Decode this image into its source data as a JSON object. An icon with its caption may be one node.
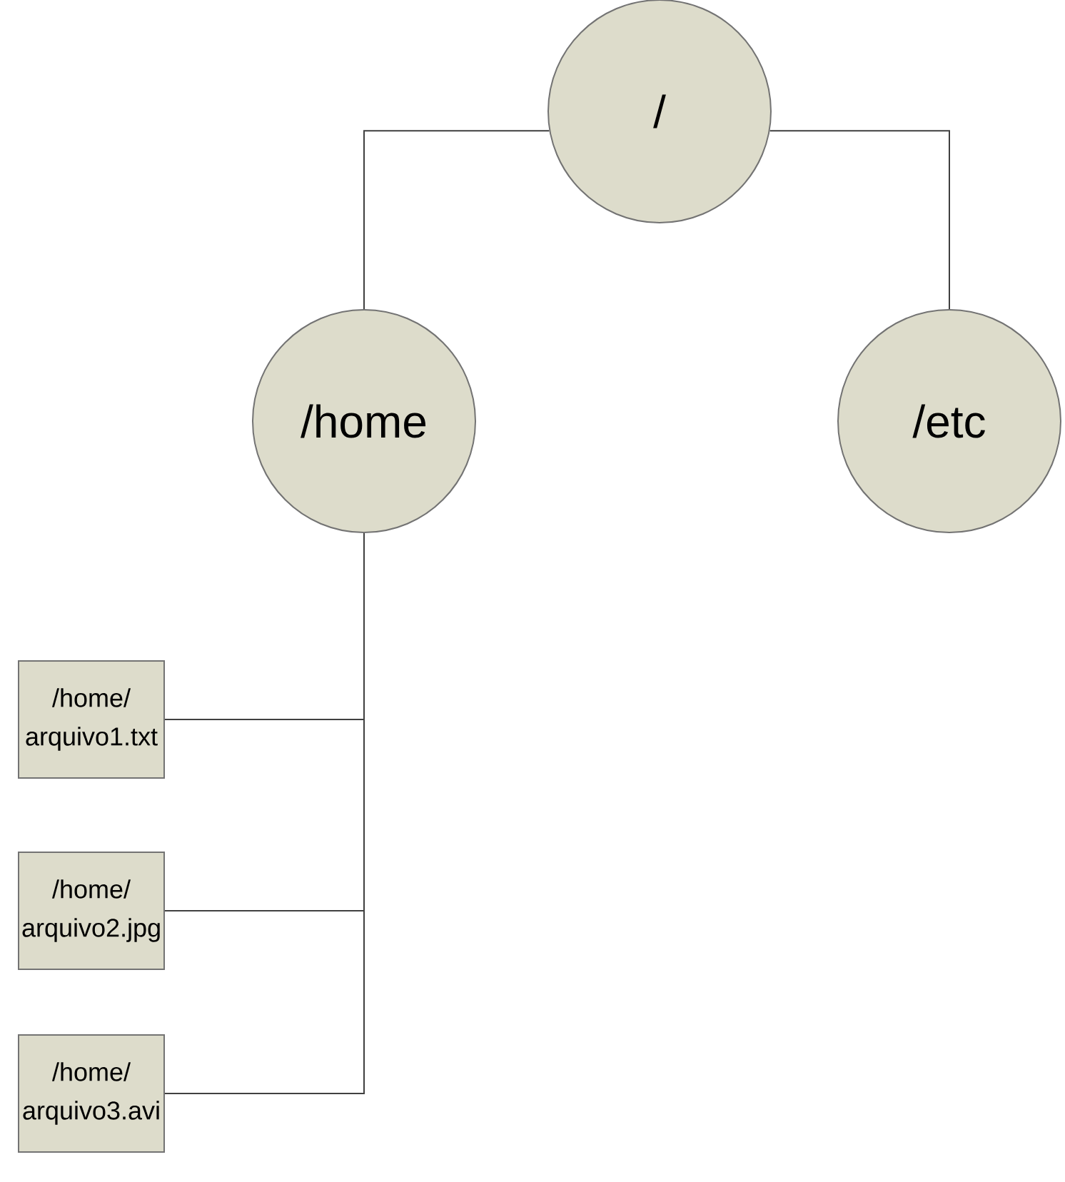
{
  "diagram": {
    "nodes": [
      {
        "text": [
          "/"
        ]
      },
      {
        "text": [
          "/home"
        ]
      },
      {
        "text": [
          "/etc"
        ]
      },
      {
        "text": [
          "/home/ arquivo1.txt"
        ]
      },
      {
        "text": [
          "/home/ arquivo2.jpg"
        ]
      },
      {
        "text": [
          "/home/ arquivo3.avi"
        ]
      }
    ],
    "edges": [
      {
        "from": 0,
        "to": 1,
        "arrow": "none"
      },
      {
        "from": 0,
        "to": 2,
        "arrow": "none"
      },
      {
        "from": 1,
        "to": 3,
        "arrow": "none"
      },
      {
        "from": 1,
        "to": 4,
        "arrow": "none"
      },
      {
        "from": 1,
        "to": 5,
        "arrow": "none"
      }
    ]
  }
}
